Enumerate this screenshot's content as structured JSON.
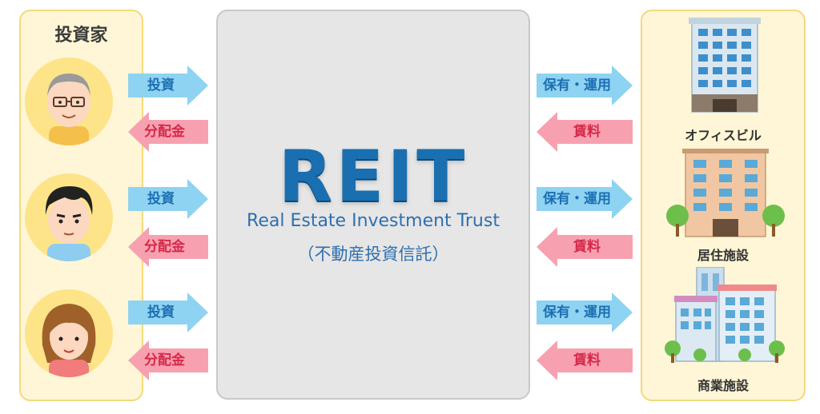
{
  "investors": {
    "title": "投資家",
    "rows": [
      {
        "invest_label": "投資",
        "dividend_label": "分配金",
        "avatar": "elderly-man-avatar"
      },
      {
        "invest_label": "投資",
        "dividend_label": "分配金",
        "avatar": "young-man-avatar"
      },
      {
        "invest_label": "投資",
        "dividend_label": "分配金",
        "avatar": "woman-avatar"
      }
    ]
  },
  "reit": {
    "title": "REIT",
    "subtitle": "Real Estate Investment Trust",
    "japanese": "（不動産投資信託）"
  },
  "properties": {
    "rows": [
      {
        "hold_label": "保有・運用",
        "rent_label": "賃料",
        "name": "オフィスビル",
        "icon": "office-building-icon"
      },
      {
        "hold_label": "保有・運用",
        "rent_label": "賃料",
        "name": "居住施設",
        "icon": "residential-building-icon"
      },
      {
        "hold_label": "保有・運用",
        "rent_label": "賃料",
        "name": "商業施設",
        "icon": "commercial-building-icon"
      }
    ]
  },
  "colors": {
    "arrow_blue": "#8fd3f2",
    "arrow_pink": "#f7a1b0",
    "panel_bg": "#fef6d6",
    "reit_blue": "#1a6fb0"
  }
}
